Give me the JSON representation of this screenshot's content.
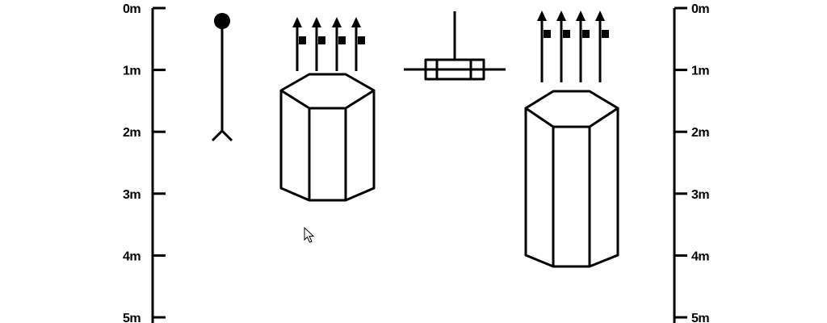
{
  "scale": {
    "min": 0,
    "max": 5,
    "unit": "m",
    "tick_labels": [
      "0m",
      "1m",
      "2m",
      "3m",
      "4m",
      "5m"
    ]
  },
  "objects": [
    {
      "id": "person-figure",
      "kind": "person",
      "top_m": 0.2,
      "bottom_m": 2.1
    },
    {
      "id": "left-column",
      "kind": "hexagonal-column",
      "top_m": 1.05,
      "bottom_m": 3.1,
      "arrows": 4
    },
    {
      "id": "center-drone",
      "kind": "hovering-device",
      "top_m": 0.05,
      "bottom_m": 1.15
    },
    {
      "id": "right-column",
      "kind": "hexagonal-column",
      "top_m": 1.35,
      "bottom_m": 4.15,
      "arrows": 4
    }
  ],
  "icons": [
    "up-arrow-icon",
    "cursor-arrow-icon"
  ],
  "colors": {
    "line": "#000000",
    "background": "#ffffff"
  }
}
